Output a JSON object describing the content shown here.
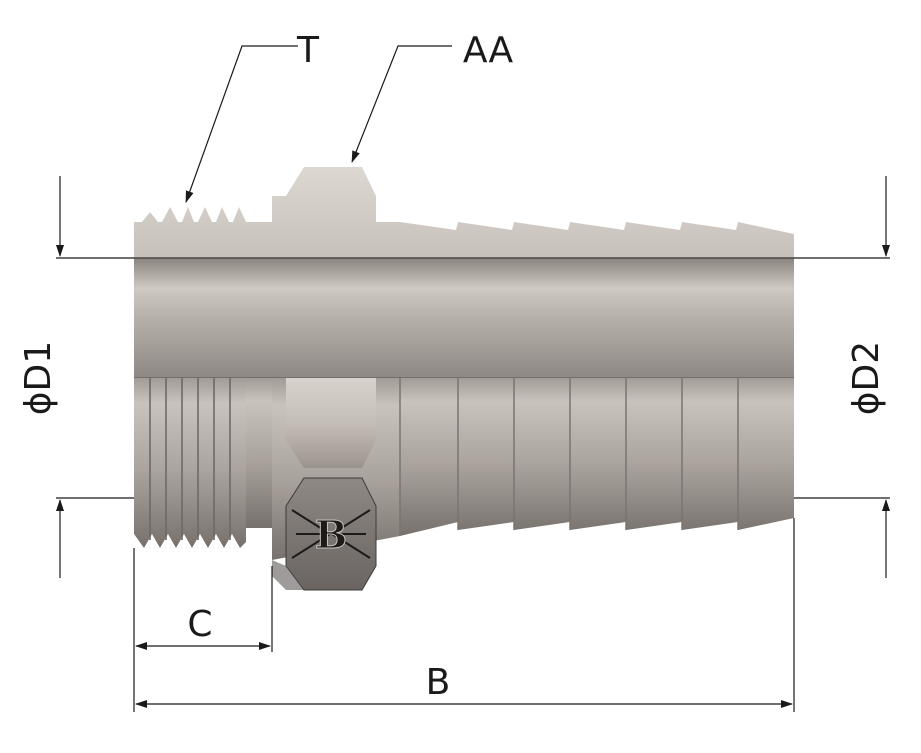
{
  "labels": {
    "thread_callout": "T",
    "hex_callout": "AA",
    "thread_diameter": "ϕD1",
    "hose_diameter": "ϕD2",
    "thread_length": "C",
    "overall_length": "B"
  },
  "logo": {
    "text": "B",
    "description": "hex flat brand mark"
  },
  "colors": {
    "background": "#ffffff",
    "line": "#1a1a1a",
    "metal_light": "#d6d0ca",
    "metal_mid": "#b3aca6",
    "metal_dark": "#6f6a66"
  }
}
